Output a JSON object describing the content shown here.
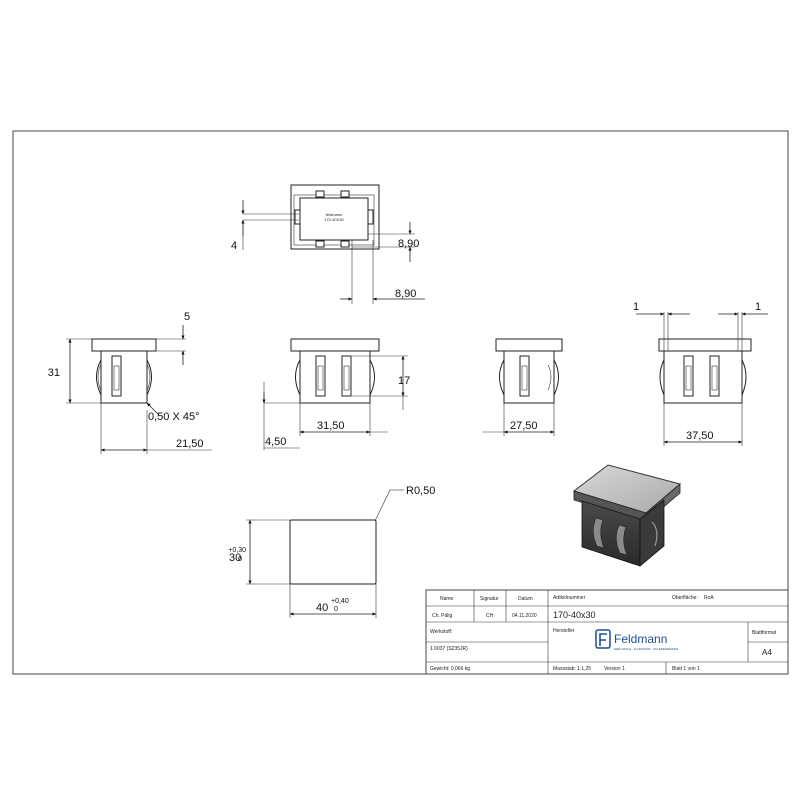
{
  "drawing": {
    "dimensions": {
      "top_4": "4",
      "top_890_v": "8,90",
      "top_890_h": "8,90",
      "side_5": "5",
      "side_31": "31",
      "chamfer": "0,50 X 45°",
      "side_2150": "21,50",
      "front_17": "17",
      "front_3150": "31,50",
      "front_450": "4,50",
      "back_2750": "27,50",
      "right_1a": "1",
      "right_1b": "1",
      "right_3750": "37,50",
      "hole_r": "R0,50",
      "hole_30": "30",
      "hole_30_tol_up": "+0,30",
      "hole_30_tol_low": "0",
      "hole_40": "40",
      "hole_40_tol_up": "+0,40",
      "hole_40_tol_low": "0"
    },
    "top_view_text": {
      "line1": "feldmann",
      "line2": "170-40X30"
    }
  },
  "title_block": {
    "header": {
      "name": "Name",
      "signature": "Signatur",
      "date": "Datum",
      "article_no": "Artikelnummer",
      "surface": "Oberfläche:",
      "surface_value": "RoA"
    },
    "row1": {
      "name": "Ch. Pälig",
      "signature": "CH",
      "date": "04.11.2020",
      "article_value": "170-40x30"
    },
    "material_label": "Werkstoff:",
    "material_value": "1.0037 (S235JR)",
    "manufacturer_label": "Hersteller",
    "logo_name": "Feldmann",
    "logo_tagline": "EDELSTAHL · ALUMINIUM · SCHMIEDEEISEN",
    "sheet_format_label": "Blattformat",
    "sheet_format_value": "A4",
    "weight": "Gewicht: 0,066 kg",
    "scale": "Massstab: 1:1,25",
    "version": "Version 1",
    "sheet": "Blatt 1 von 1"
  }
}
